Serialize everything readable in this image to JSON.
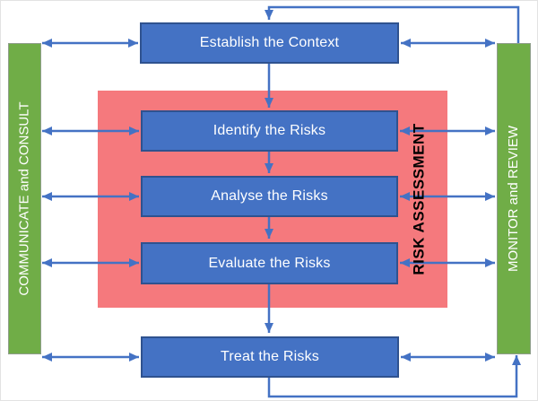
{
  "nodes": {
    "establish": {
      "label": "Establish the Context"
    },
    "identify": {
      "label": "Identify the Risks"
    },
    "analyse": {
      "label": "Analyse the Risks"
    },
    "evaluate": {
      "label": "Evaluate the Risks"
    },
    "treat": {
      "label": "Treat the Risks"
    },
    "communicate_consult": {
      "label": "COMMUNICATE and CONSULT"
    },
    "monitor_review": {
      "label": "MONITOR and REVIEW"
    },
    "risk_assessment": {
      "label": "RISK ASSESSMENT",
      "contains": [
        "identify",
        "analyse",
        "evaluate"
      ]
    }
  },
  "connectors": [
    {
      "from": "monitor_review",
      "to": "establish",
      "type": "one-way-feedback-top"
    },
    {
      "from": "establish",
      "to": "identify",
      "type": "one-way"
    },
    {
      "from": "identify",
      "to": "analyse",
      "type": "one-way"
    },
    {
      "from": "analyse",
      "to": "evaluate",
      "type": "one-way"
    },
    {
      "from": "evaluate",
      "to": "treat",
      "type": "one-way"
    },
    {
      "from": "treat",
      "to": "monitor_review",
      "type": "one-way-feedback-bottom"
    },
    {
      "from": "communicate_consult",
      "to": "establish",
      "type": "two-way"
    },
    {
      "from": "communicate_consult",
      "to": "identify",
      "type": "two-way"
    },
    {
      "from": "communicate_consult",
      "to": "analyse",
      "type": "two-way"
    },
    {
      "from": "communicate_consult",
      "to": "evaluate",
      "type": "two-way"
    },
    {
      "from": "communicate_consult",
      "to": "treat",
      "type": "two-way"
    },
    {
      "from": "establish",
      "to": "monitor_review",
      "type": "two-way"
    },
    {
      "from": "identify",
      "to": "monitor_review",
      "type": "two-way"
    },
    {
      "from": "analyse",
      "to": "monitor_review",
      "type": "two-way"
    },
    {
      "from": "evaluate",
      "to": "monitor_review",
      "type": "two-way"
    },
    {
      "from": "treat",
      "to": "monitor_review",
      "type": "two-way"
    }
  ],
  "colors": {
    "process_box": "#4472C4",
    "process_box_border": "#2F528F",
    "sidebar": "#70AD47",
    "sidebar_border": "#8F9E8B",
    "assessment_bg": "#F5797D",
    "arrow": "#4472C4",
    "node_text": "#FFFFFF",
    "assessment_text": "#000000",
    "background": "#FFFFFF"
  }
}
